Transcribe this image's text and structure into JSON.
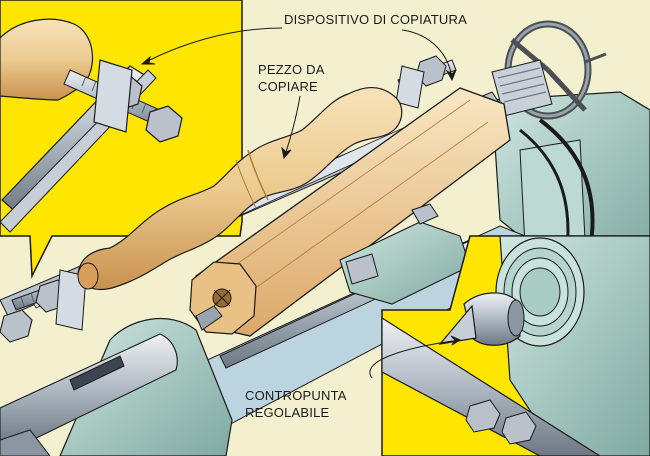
{
  "labels": {
    "copy_device": "DISPOSITIVO DI COPIATURA",
    "workpiece_line1": "PEZZO DA",
    "workpiece_line2": "COPIARE",
    "tailstock_line1": "CONTROPUNTA",
    "tailstock_line2": "REGOLABILE"
  },
  "colors": {
    "background": "#f3f0cf",
    "inset_yellow": "#ffe600",
    "wood_light": "#f3d7a4",
    "wood_mid": "#e8bf7f",
    "wood_dark": "#c58c4c",
    "machine_teal": "#a9cdc6",
    "machine_teal_dark": "#6f9c95",
    "steel_light": "#d7dde2",
    "steel_mid": "#a9b3bd",
    "steel_dark": "#6d7884",
    "outline": "#1a1a1a"
  }
}
